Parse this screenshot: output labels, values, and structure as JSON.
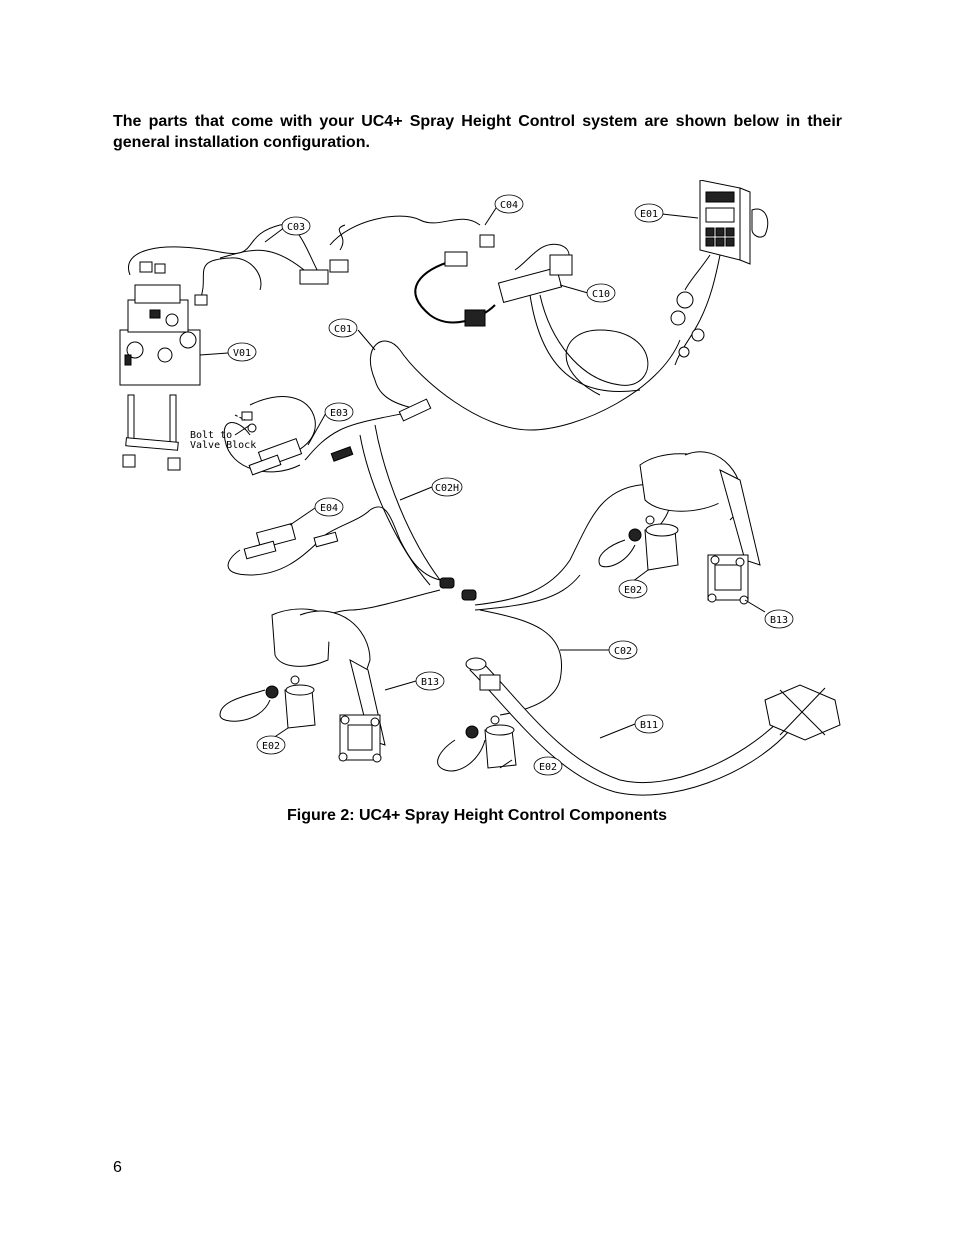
{
  "intro_text": "The parts that come with your UC4+ Spray Height Control system are shown below in their general installation configuration.",
  "figure": {
    "caption": "Figure 2: UC4+ Spray Height Control Components",
    "labels": {
      "c03": "C03",
      "c04": "C04",
      "e01": "E01",
      "c10": "C10",
      "c01": "C01",
      "v01": "V01",
      "e03": "E03",
      "bolt_line1": "Bolt to",
      "bolt_line2": "Valve Block",
      "c02h": "C02H",
      "e04": "E04",
      "e02_right": "E02",
      "b13_right": "B13",
      "c02": "C02",
      "b13_left": "B13",
      "b11": "B11",
      "e02_left": "E02",
      "e02_center": "E02"
    }
  },
  "page_number": "6"
}
